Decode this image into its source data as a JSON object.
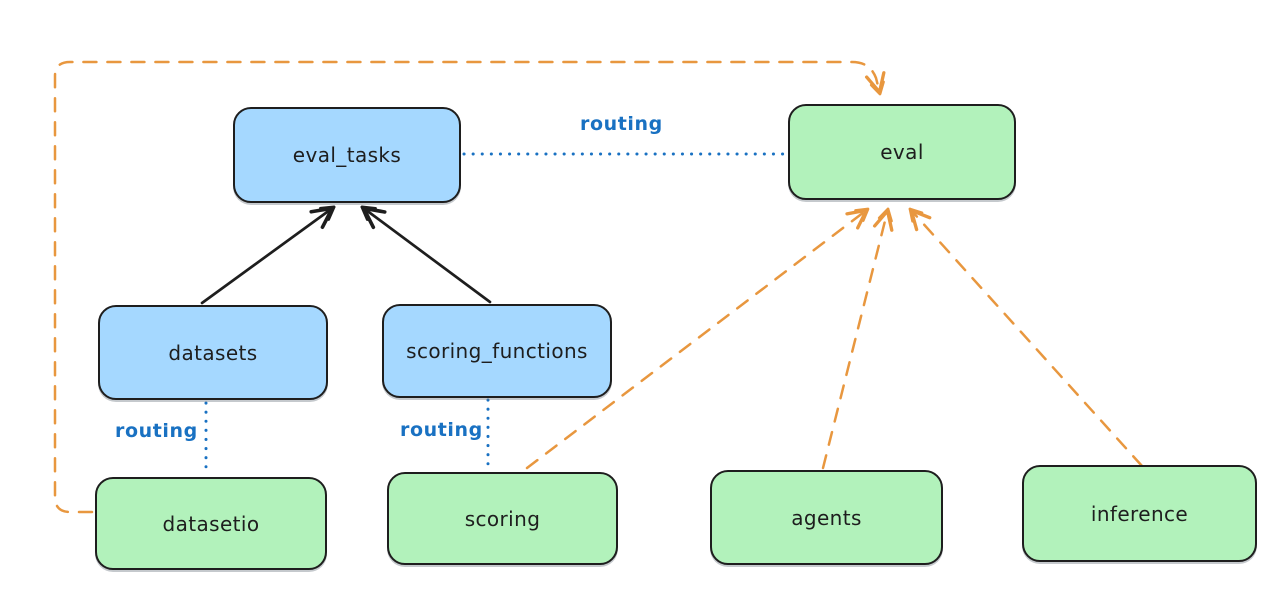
{
  "diagram": {
    "nodes": [
      {
        "id": "eval_tasks",
        "label": "eval_tasks",
        "fill": "#a5d8ff"
      },
      {
        "id": "eval",
        "label": "eval",
        "fill": "#b2f2bb"
      },
      {
        "id": "datasets",
        "label": "datasets",
        "fill": "#a5d8ff"
      },
      {
        "id": "scoring_functions",
        "label": "scoring_functions",
        "fill": "#a5d8ff"
      },
      {
        "id": "datasetio",
        "label": "datasetio",
        "fill": "#b2f2bb"
      },
      {
        "id": "scoring",
        "label": "scoring",
        "fill": "#b2f2bb"
      },
      {
        "id": "agents",
        "label": "agents",
        "fill": "#b2f2bb"
      },
      {
        "id": "inference",
        "label": "inference",
        "fill": "#b2f2bb"
      }
    ],
    "edge_labels": [
      {
        "id": "routing-top",
        "text": "routing"
      },
      {
        "id": "routing-left",
        "text": "routing"
      },
      {
        "id": "routing-mid",
        "text": "routing"
      }
    ],
    "colors": {
      "blue_node_fill": "#a5d8ff",
      "green_node_fill": "#b2f2bb",
      "node_stroke": "#1e1e1e",
      "orange_edge": "#e8973f",
      "blue_edge": "#1971c2",
      "black_edge": "#1e1e1e",
      "background": "#ffffff"
    }
  }
}
